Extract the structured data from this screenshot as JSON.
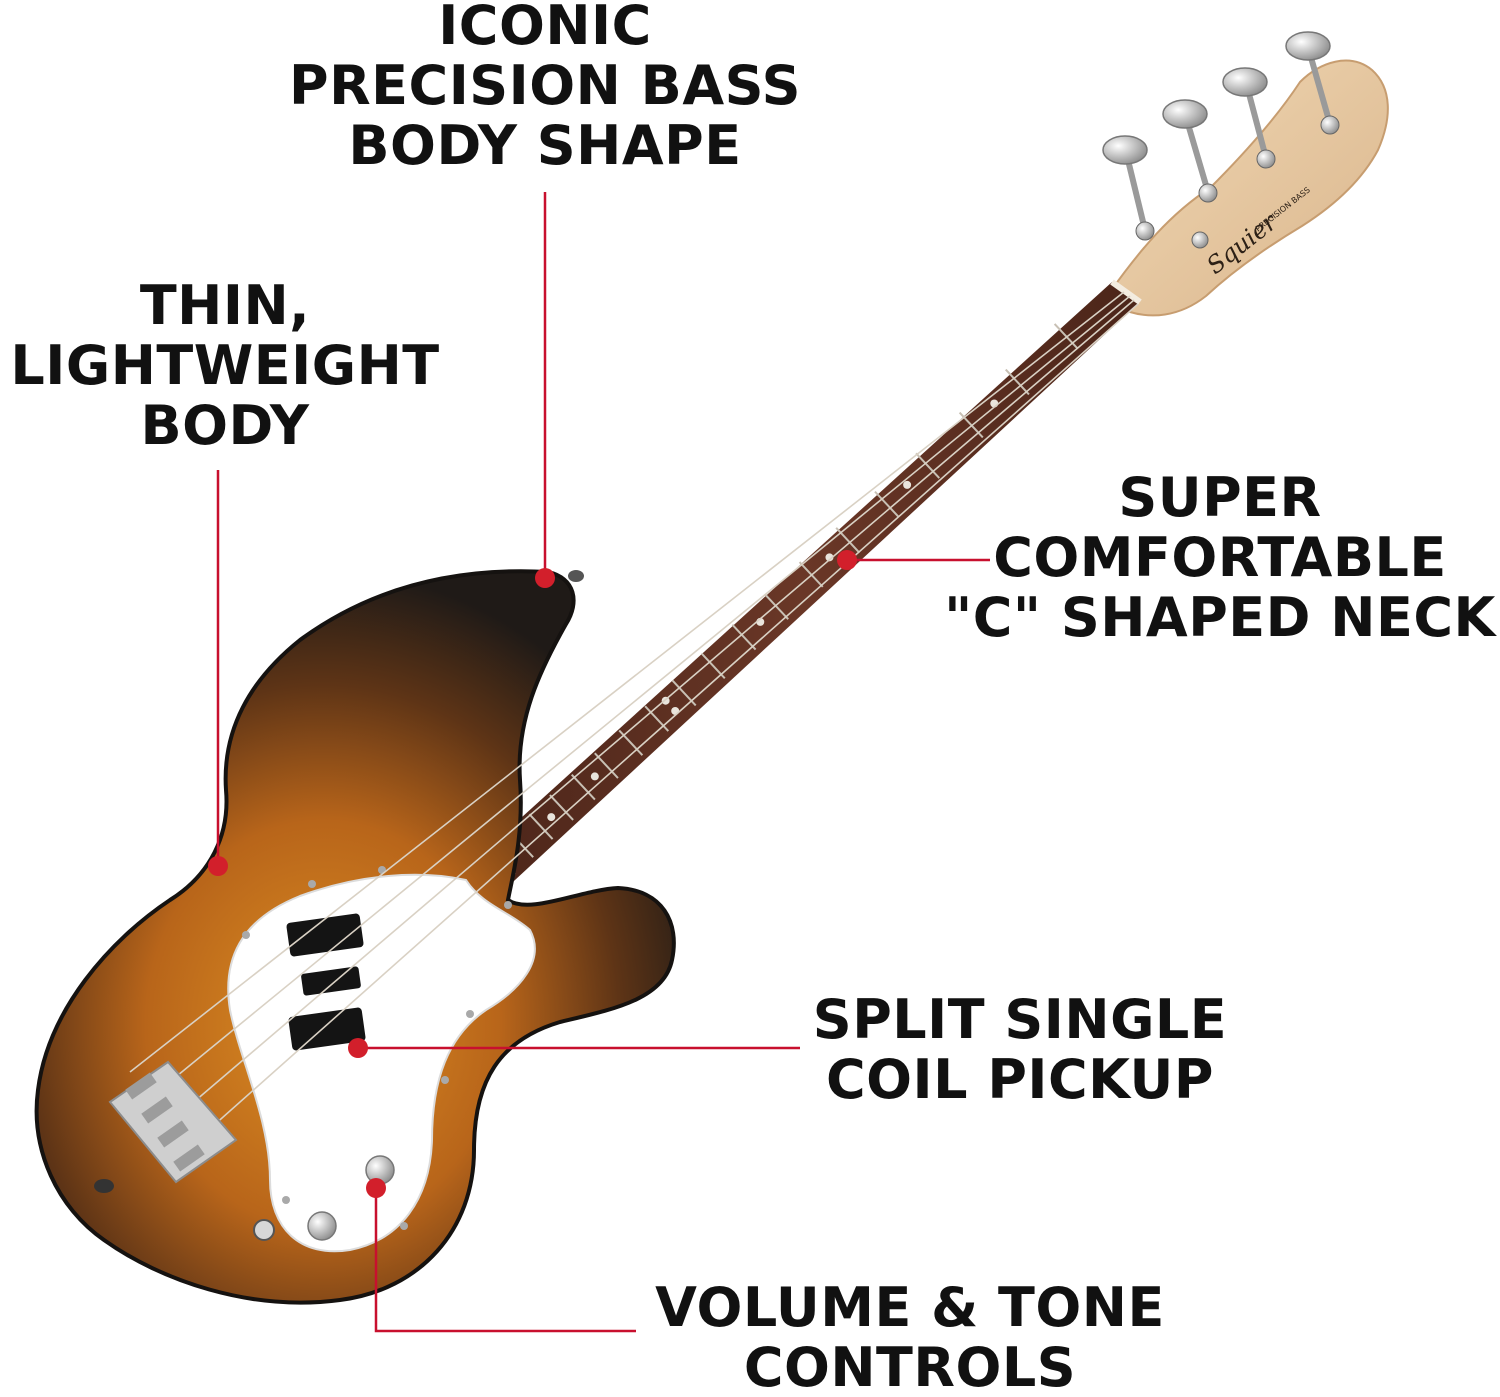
{
  "colors": {
    "callout_line": "#c8102e",
    "callout_dot": "#d21f2b",
    "label_text": "#111111",
    "body_sunburst_center": "#d9861d",
    "body_sunburst_edge": "#1f1a17",
    "pickguard": "#ffffff",
    "fretboard": "#5a2f22",
    "headstock": "#e8c8a0",
    "hardware": "#c9c9c9"
  },
  "callouts": [
    {
      "id": "body_shape",
      "lines": [
        "ICONIC",
        "PRECISION BASS",
        "BODY SHAPE"
      ]
    },
    {
      "id": "thin_body",
      "lines": [
        "THIN,",
        "LIGHTWEIGHT",
        "BODY"
      ]
    },
    {
      "id": "neck",
      "lines": [
        "SUPER",
        "COMFORTABLE",
        "\"C\" SHAPED NECK"
      ]
    },
    {
      "id": "pickup",
      "lines": [
        "SPLIT SINGLE",
        "COIL PICKUP"
      ]
    },
    {
      "id": "controls",
      "lines": [
        "VOLUME & TONE",
        "CONTROLS"
      ]
    }
  ],
  "headstock_logo": "Squier",
  "headstock_model": "PRECISION BASS",
  "icons": [
    "bass-guitar-illustration",
    "callout-dot-icon",
    "tuning-peg-icon",
    "control-knob-icon"
  ]
}
